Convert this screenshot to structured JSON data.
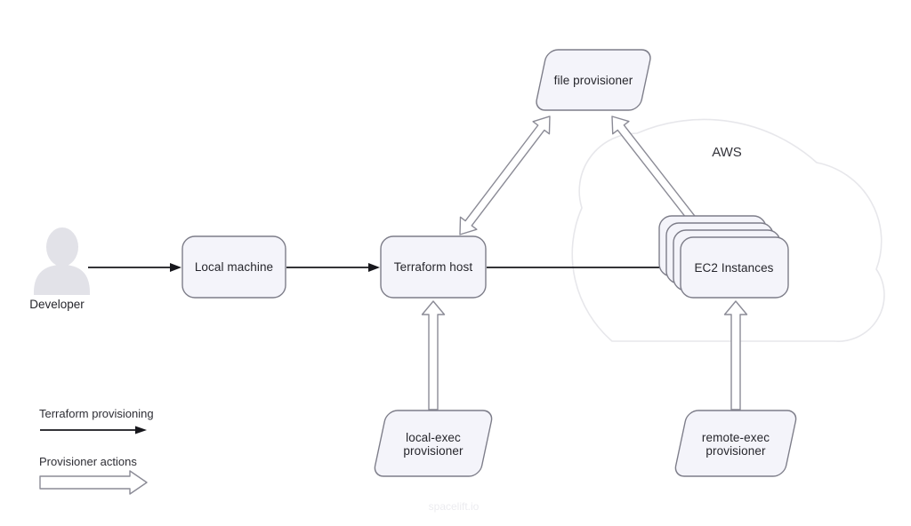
{
  "nodes": {
    "developer": "Developer",
    "local_machine": "Local machine",
    "terraform_host": "Terraform host",
    "file_provisioner": "file provisioner",
    "local_exec": [
      "local-exec",
      "provisioner"
    ],
    "remote_exec": [
      "remote-exec",
      "provisioner"
    ],
    "ec2": "EC2 Instances",
    "aws": "AWS"
  },
  "legend": {
    "terraform_provisioning": "Terraform provisioning",
    "provisioner_actions": "Provisioner actions"
  },
  "watermark": "spacelift.io",
  "colors": {
    "node_fill": "#f4f4fa",
    "node_stroke": "#7d7d89",
    "solid_arrow": "#17171c",
    "outline_arrow_stroke": "#8b8b96",
    "cloud_stroke": "#e7e7eb",
    "avatar_fill": "#e2e2e8",
    "text": "#26262c"
  }
}
